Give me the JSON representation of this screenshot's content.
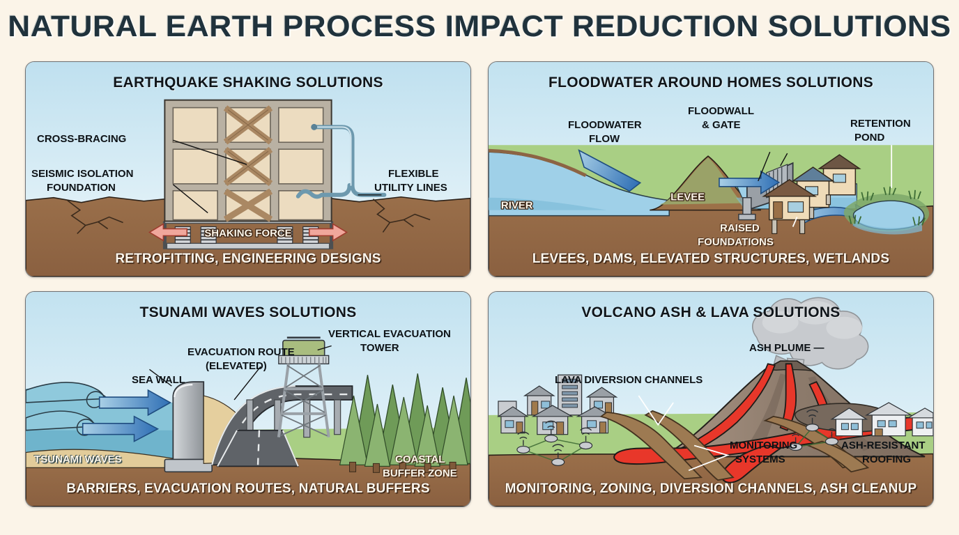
{
  "title": "NATURAL EARTH PROCESS IMPACT REDUCTION SOLUTIONS",
  "colors": {
    "background": "#fbf4e8",
    "title_text": "#20323c",
    "sky_top": "#bfe0ef",
    "sky_bottom": "#eef7fb",
    "ground_brown": "#8a6240",
    "grass_green": "#a9cf84",
    "water_blue": "#9fd0e8",
    "lava_red": "#e03020",
    "arrow_blue": "#3b7fc4",
    "arrow_salmon": "#ef9e94",
    "panel_border": "#6e7174",
    "caption_text": "#fdf8ef"
  },
  "panels": [
    {
      "id": "earthquake",
      "title": "EARTHQUAKE SHAKING SOLUTIONS",
      "caption": "RETROFITTING, ENGINEERING DESIGNS",
      "labels": {
        "cross_bracing": "CROSS-BRACING",
        "seismic_isolation_1": "SEISMIC ISOLATION",
        "seismic_isolation_2": "FOUNDATION",
        "flexible_1": "FLEXIBLE",
        "flexible_2": "UTILITY LINES",
        "shaking_force": "SHAKING FORCE"
      }
    },
    {
      "id": "flood",
      "title": "FLOODWATER AROUND HOMES SOLUTIONS",
      "caption": "LEVEES, DAMS, ELEVATED STRUCTURES, WETLANDS",
      "labels": {
        "floodwater_1": "FLOODWATER",
        "floodwater_2": "FLOW",
        "floodwall_1": "FLOODWALL",
        "floodwall_2": "& GATE",
        "retention_1": "RETENTION",
        "retention_2": "POND",
        "river": "RIVER",
        "levee": "LEVEE",
        "raised_1": "RAISED",
        "raised_2": "FOUNDATIONS"
      }
    },
    {
      "id": "tsunami",
      "title": "TSUNAMI WAVES SOLUTIONS",
      "caption": "BARRIERS, EVACUATION ROUTES, NATURAL BUFFERS",
      "labels": {
        "vertical_1": "VERTICAL EVACUATION",
        "vertical_2": "TOWER",
        "route_1": "EVACUATION ROUTE",
        "route_2": "(ELEVATED)",
        "sea_wall": "SEA WALL",
        "tsunami_waves": "TSUNAMI WAVES",
        "coastal_1": "COASTAL",
        "coastal_2": "BUFFER ZONE"
      }
    },
    {
      "id": "volcano",
      "title": "VOLCANO ASH & LAVA SOLUTIONS",
      "caption": "MONITORING, ZONING, DIVERSION CHANNELS, ASH CLEANUP",
      "labels": {
        "ash_plume": "ASH PLUME —",
        "lava_channels": "LAVA DIVERSION CHANNELS",
        "monitoring_1": "MONITORING",
        "monitoring_2": "SYSTEMS",
        "ash_roof_1": "ASH-RESISTANT",
        "ash_roof_2": "ROOFING"
      }
    }
  ]
}
